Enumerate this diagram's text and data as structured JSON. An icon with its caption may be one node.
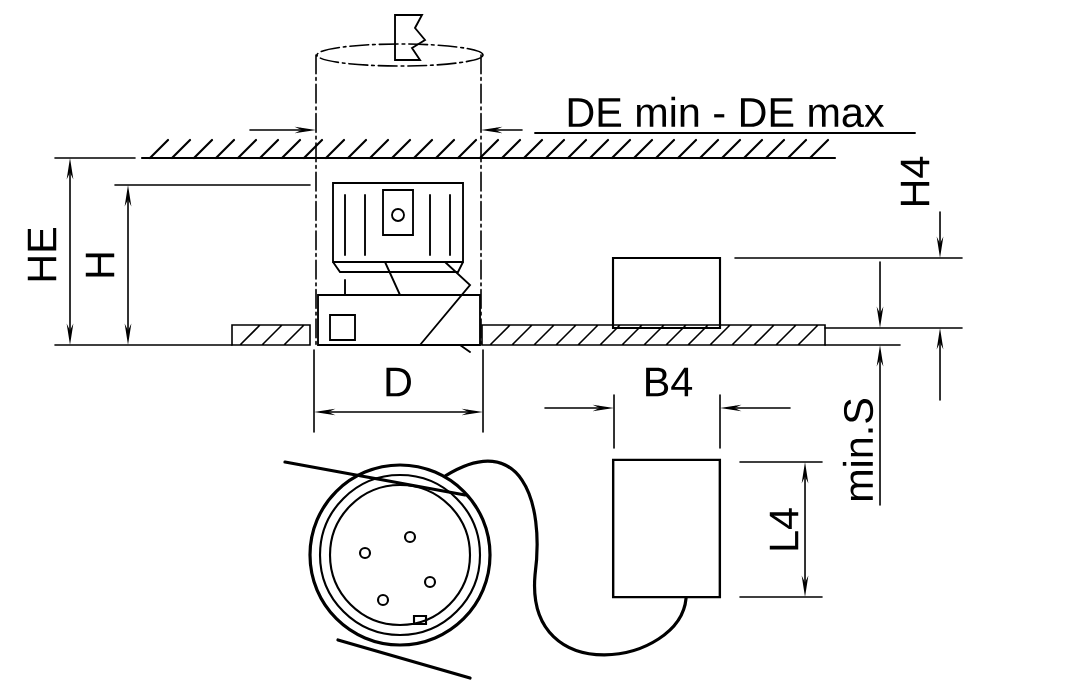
{
  "diagram": {
    "nodes": [
      {
        "text": [],
        "shape": "circle"
      },
      {
        "text": [],
        "shape": "box"
      }
    ],
    "edges": [
      {
        "from": 0,
        "to": 1,
        "arrow": "none"
      }
    ],
    "labels": [
      "DE min - DE max",
      "HE",
      "H",
      "H4",
      "D",
      "B4",
      "min.S",
      "L4"
    ]
  }
}
